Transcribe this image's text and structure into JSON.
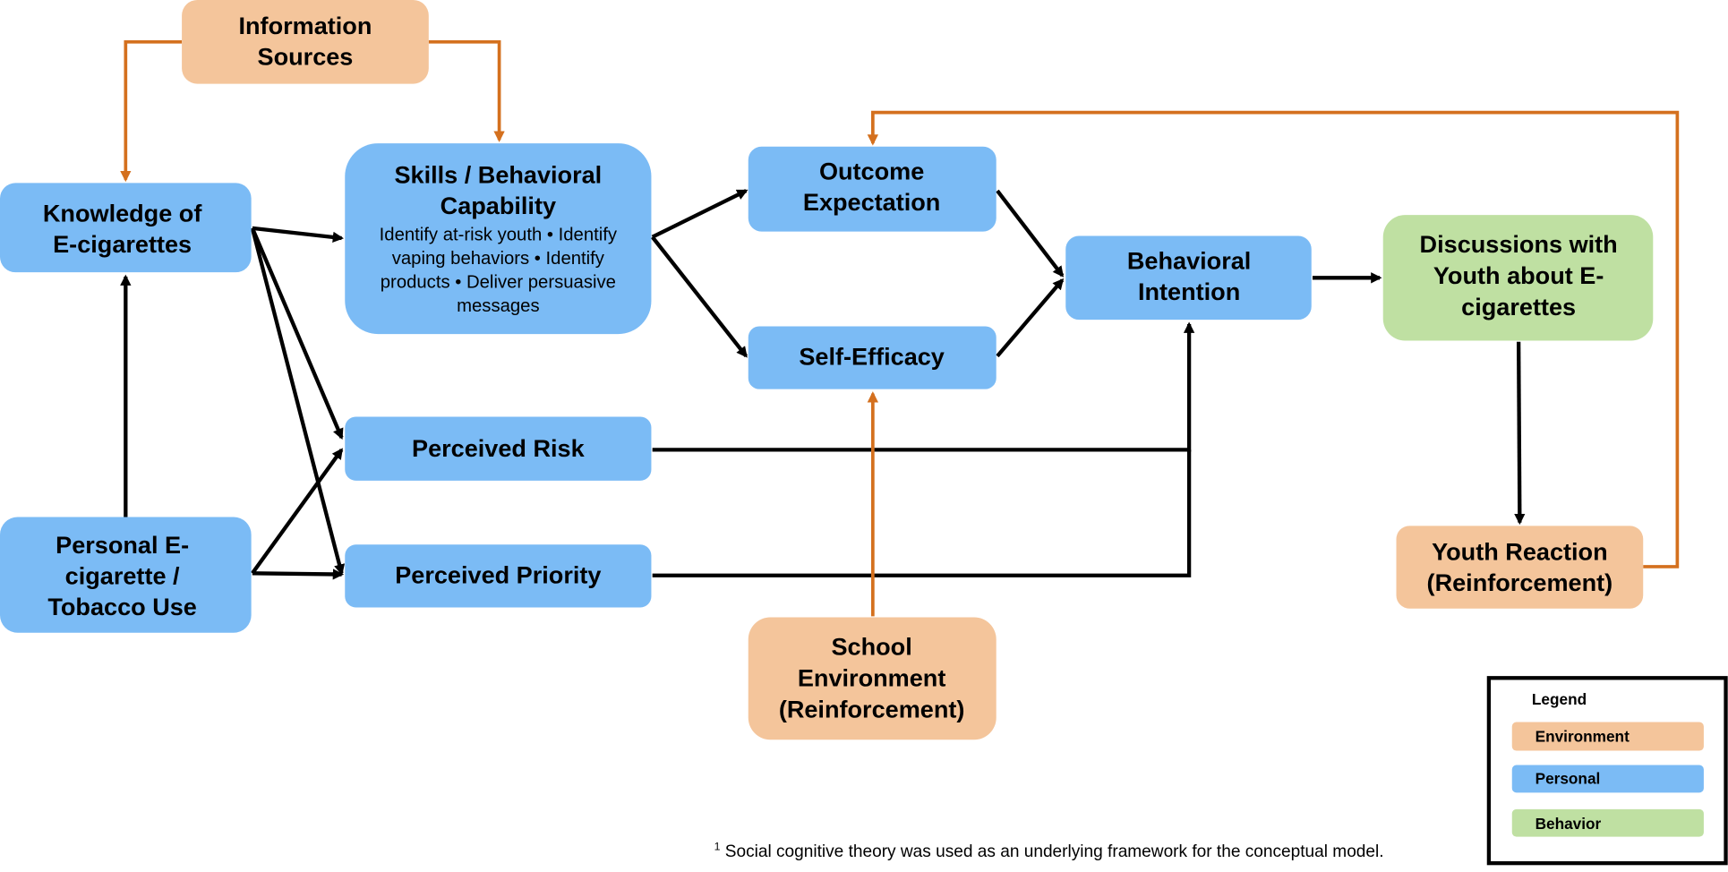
{
  "colors": {
    "environment": "#F4C59B",
    "personal": "#7BBBF5",
    "behavior": "#BFE0A2",
    "environment_line": "#D4701E",
    "arrow": "#000000"
  },
  "nodes": {
    "information_sources": {
      "category": "environment",
      "lines": [
        "Information",
        "Sources"
      ]
    },
    "knowledge": {
      "category": "personal",
      "lines": [
        "Knowledge of",
        "E-cigarettes"
      ]
    },
    "personal_use": {
      "category": "personal",
      "lines": [
        "Personal E-",
        "cigarette /",
        "Tobacco Use"
      ]
    },
    "skills": {
      "category": "personal",
      "lines": [
        "Skills / Behavioral",
        "Capability"
      ],
      "details": [
        "Identify at-risk youth • Identify",
        "vaping behaviors • Identify",
        "products • Deliver persuasive",
        "messages"
      ]
    },
    "perceived_risk": {
      "category": "personal",
      "lines": [
        "Perceived Risk"
      ]
    },
    "perceived_priority": {
      "category": "personal",
      "lines": [
        "Perceived Priority"
      ]
    },
    "outcome_expectation": {
      "category": "personal",
      "lines": [
        "Outcome",
        "Expectation"
      ]
    },
    "self_efficacy": {
      "category": "personal",
      "lines": [
        "Self-Efficacy"
      ]
    },
    "school_environment": {
      "category": "environment",
      "lines": [
        "School",
        "Environment",
        "(Reinforcement)"
      ]
    },
    "behavioral_intention": {
      "category": "personal",
      "lines": [
        "Behavioral",
        "Intention"
      ]
    },
    "discussions": {
      "category": "behavior",
      "lines": [
        "Discussions with",
        "Youth about E-",
        "cigarettes"
      ]
    },
    "youth_reaction": {
      "category": "environment",
      "lines": [
        "Youth Reaction",
        "(Reinforcement)"
      ]
    }
  },
  "edges": [
    {
      "from": "information_sources",
      "to": "knowledge",
      "type": "environment"
    },
    {
      "from": "information_sources",
      "to": "skills",
      "type": "environment"
    },
    {
      "from": "knowledge",
      "to": "skills",
      "type": "causal"
    },
    {
      "from": "knowledge",
      "to": "perceived_risk",
      "type": "causal"
    },
    {
      "from": "knowledge",
      "to": "perceived_priority",
      "type": "causal"
    },
    {
      "from": "personal_use",
      "to": "knowledge",
      "type": "causal"
    },
    {
      "from": "personal_use",
      "to": "perceived_risk",
      "type": "causal"
    },
    {
      "from": "personal_use",
      "to": "perceived_priority",
      "type": "causal"
    },
    {
      "from": "skills",
      "to": "outcome_expectation",
      "type": "causal"
    },
    {
      "from": "skills",
      "to": "self_efficacy",
      "type": "causal"
    },
    {
      "from": "outcome_expectation",
      "to": "behavioral_intention",
      "type": "causal"
    },
    {
      "from": "self_efficacy",
      "to": "behavioral_intention",
      "type": "causal"
    },
    {
      "from": "perceived_risk",
      "to": "behavioral_intention",
      "type": "causal"
    },
    {
      "from": "perceived_priority",
      "to": "behavioral_intention",
      "type": "causal"
    },
    {
      "from": "school_environment",
      "to": "self_efficacy",
      "type": "environment"
    },
    {
      "from": "behavioral_intention",
      "to": "discussions",
      "type": "causal"
    },
    {
      "from": "discussions",
      "to": "youth_reaction",
      "type": "causal"
    },
    {
      "from": "youth_reaction",
      "to": "outcome_expectation",
      "type": "environment"
    }
  ],
  "legend": {
    "title": "Legend",
    "items": [
      {
        "label": "Environment",
        "category": "environment"
      },
      {
        "label": "Personal",
        "category": "personal"
      },
      {
        "label": "Behavior",
        "category": "behavior"
      }
    ]
  },
  "footnote": {
    "marker": "1",
    "text": " Social cognitive theory was used as an underlying framework for the conceptual model."
  }
}
